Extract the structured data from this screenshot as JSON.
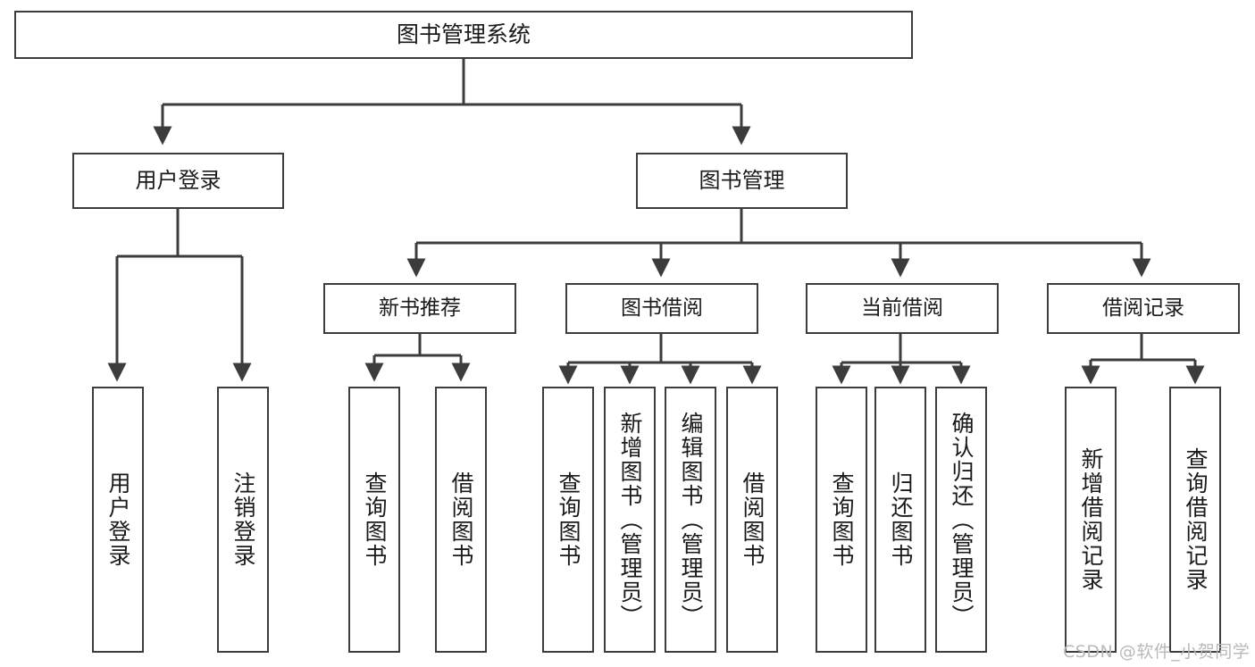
{
  "diagram": {
    "title": "图书管理系统",
    "type": "tree-hierarchy-chart",
    "root": {
      "label": "图书管理系统"
    },
    "level1": [
      {
        "label": "用户登录"
      },
      {
        "label": "图书管理"
      }
    ],
    "level2": [
      {
        "label": "新书推荐",
        "parent": "图书管理"
      },
      {
        "label": "图书借阅",
        "parent": "图书管理"
      },
      {
        "label": "当前借阅",
        "parent": "图书管理"
      },
      {
        "label": "借阅记录",
        "parent": "图书管理"
      }
    ],
    "leaves": [
      {
        "label": "用户登录",
        "parent": "用户登录"
      },
      {
        "label": "注销登录",
        "parent": "用户登录"
      },
      {
        "label": "查询图书",
        "parent": "新书推荐"
      },
      {
        "label": "借阅图书",
        "parent": "新书推荐"
      },
      {
        "label": "查询图书",
        "parent": "图书借阅"
      },
      {
        "label": "新增图书（管理员）",
        "parent": "图书借阅"
      },
      {
        "label": "编辑图书（管理员）",
        "parent": "图书借阅"
      },
      {
        "label": "借阅图书",
        "parent": "图书借阅"
      },
      {
        "label": "查询图书",
        "parent": "当前借阅"
      },
      {
        "label": "归还图书",
        "parent": "当前借阅"
      },
      {
        "label": "确认归还（管理员）",
        "parent": "当前借阅"
      },
      {
        "label": "新增借阅记录",
        "parent": "借阅记录"
      },
      {
        "label": "查询借阅记录",
        "parent": "借阅记录"
      }
    ]
  },
  "watermark": {
    "text": "CSDN @软件_小贺同学"
  },
  "colors": {
    "border": "#3c3c3c",
    "background": "#ffffff",
    "text": "#1a1a1a",
    "watermark": "#b9b9b9"
  }
}
